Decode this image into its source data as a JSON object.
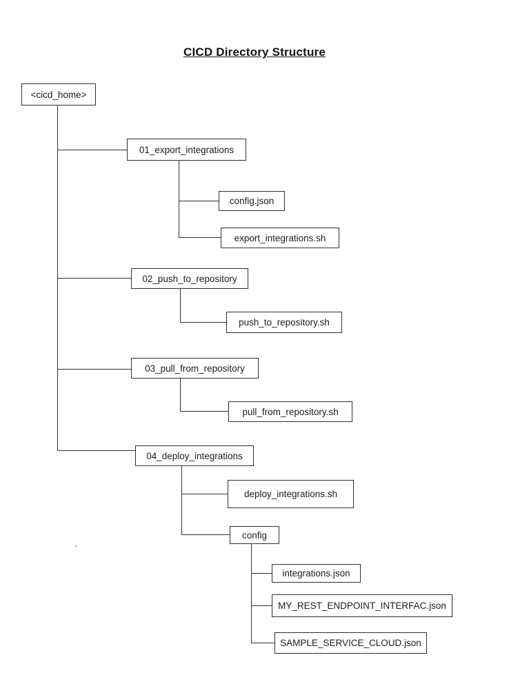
{
  "title": "CICD Directory Structure",
  "colors": {
    "background": "#ffffff",
    "line": "#2e2e2e",
    "box_border": "#2e2e2e",
    "text": "#1c1c1c"
  },
  "stray_mark": ".",
  "tree": {
    "root": "<cicd_home>",
    "children": [
      {
        "label": "01_export_integrations",
        "children": [
          {
            "label": "config.json"
          },
          {
            "label": "export_integrations.sh"
          }
        ]
      },
      {
        "label": "02_push_to_repository",
        "children": [
          {
            "label": "push_to_repository.sh"
          }
        ]
      },
      {
        "label": "03_pull_from_repository",
        "children": [
          {
            "label": "pull_from_repository.sh"
          }
        ]
      },
      {
        "label": "04_deploy_integrations",
        "children": [
          {
            "label": "deploy_integrations.sh"
          },
          {
            "label": "config",
            "children": [
              {
                "label": "integrations.json"
              },
              {
                "label": "MY_REST_ENDPOINT_INTERFAC.json"
              },
              {
                "label": "SAMPLE_SERVICE_CLOUD.json"
              }
            ]
          }
        ]
      }
    ]
  }
}
